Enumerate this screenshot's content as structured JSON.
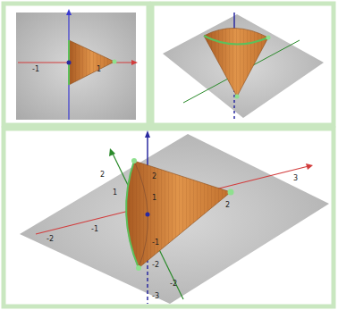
{
  "diagram": {
    "labels": [
      "-1",
      "1",
      "2",
      "1",
      "-1",
      "-2",
      "-3",
      "-2",
      "-1",
      "2",
      "3",
      "2",
      "1",
      "-2"
    ]
  }
}
